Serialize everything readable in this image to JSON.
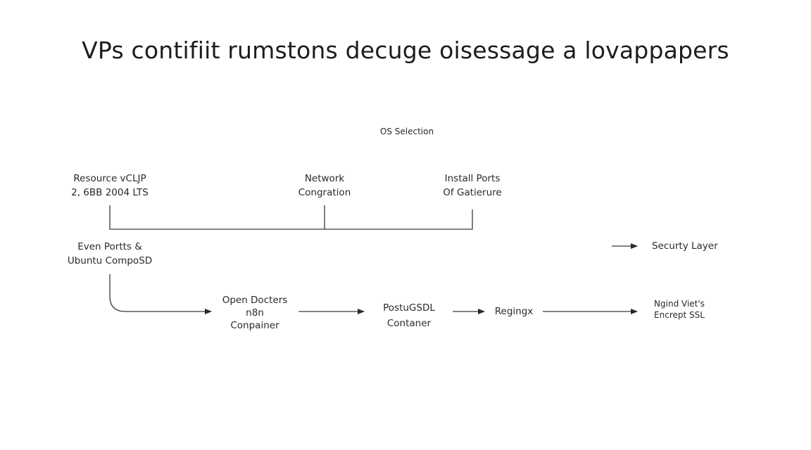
{
  "title": "VPs contifiit rumstons decuge oisessage a lovappapers",
  "nodes": {
    "os_selection": {
      "lines": [
        "OS Selection"
      ]
    },
    "resource": {
      "lines": [
        "Resource vCLJP",
        "2, 6BB 2004 LTS"
      ]
    },
    "network": {
      "lines": [
        "Network",
        "Congration"
      ]
    },
    "install_ports": {
      "lines": [
        "Install Ports",
        "Of Gatierure"
      ]
    },
    "even_ports": {
      "lines": [
        "Even Portts &",
        "Ubuntu CompoSD"
      ]
    },
    "security_layer": {
      "lines": [
        "Securty Layer"
      ]
    },
    "open_docters": {
      "lines": [
        "Open Docters",
        "n8n",
        "Conpainer"
      ]
    },
    "postgsdl": {
      "lines": [
        "PostuGSDL",
        "Contaner"
      ]
    },
    "regingx": {
      "lines": [
        "Regingx"
      ]
    },
    "ngind_viets": {
      "lines": [
        "Ngind Viet's",
        "Encrept SSL"
      ]
    }
  }
}
